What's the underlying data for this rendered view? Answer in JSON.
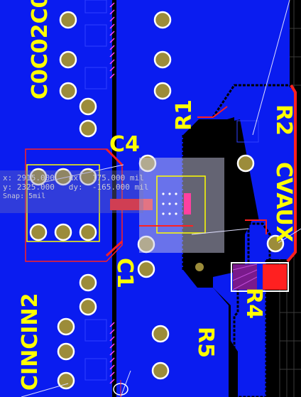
{
  "colors": {
    "copper": "#0a1cf0",
    "background": "#000000",
    "silkscreen": "#ffff00",
    "pad": "#9c8c3a",
    "highlight": "#ff2020"
  },
  "labels": {
    "c0c02c0": "C0C02C0",
    "c4": "C4",
    "r1": "R1",
    "r2": "R2",
    "cvaux": "CVAUX",
    "c1": "C1",
    "r4": "R4",
    "r5": "R5",
    "cincin2": "CINCIN2"
  },
  "readout": {
    "x_label": "x:",
    "x_value": "2915.000",
    "dx_label": "dx:",
    "dx_value": "175.000 mil",
    "y_label": "y:",
    "y_value": "2325.000",
    "dy_label": "dy:",
    "dy_value": "-165.000 mil",
    "snap": "Snap: 5mil"
  }
}
